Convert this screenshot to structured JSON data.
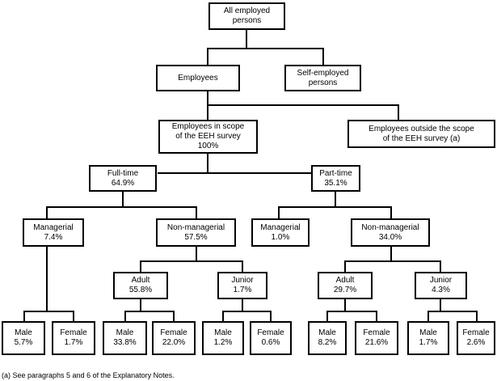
{
  "nodes": {
    "all_employed": "All employed\npersons",
    "employees": "Employees",
    "self_employed": "Self-employed\npersons",
    "in_scope": "Employees in scope\nof the EEH survey\n100%",
    "outside_scope": "Employees outside the scope\nof the EEH survey (a)",
    "full_time": "Full-time\n64.9%",
    "part_time": "Part-time\n35.1%",
    "ft_managerial": "Managerial\n7.4%",
    "ft_nonmanagerial": "Non-managerial\n57.5%",
    "pt_managerial": "Managerial\n1.0%",
    "pt_nonmanagerial": "Non-managerial\n34.0%",
    "ft_adult": "Adult\n55.8%",
    "ft_junior": "Junior\n1.7%",
    "pt_adult": "Adult\n29.7%",
    "pt_junior": "Junior\n4.3%",
    "ftm_male": "Male\n5.7%",
    "ftm_female": "Female\n1.7%",
    "fta_male": "Male\n33.8%",
    "fta_female": "Female\n22.0%",
    "ftj_male": "Male\n1.2%",
    "ftj_female": "Female\n0.6%",
    "pta_male": "Male\n8.2%",
    "pta_female": "Female\n21.6%",
    "ptj_male": "Male\n1.7%",
    "ptj_female": "Female\n2.6%"
  },
  "footnote": "(a) See paragraphs 5 and 6 of the Explanatory Notes."
}
